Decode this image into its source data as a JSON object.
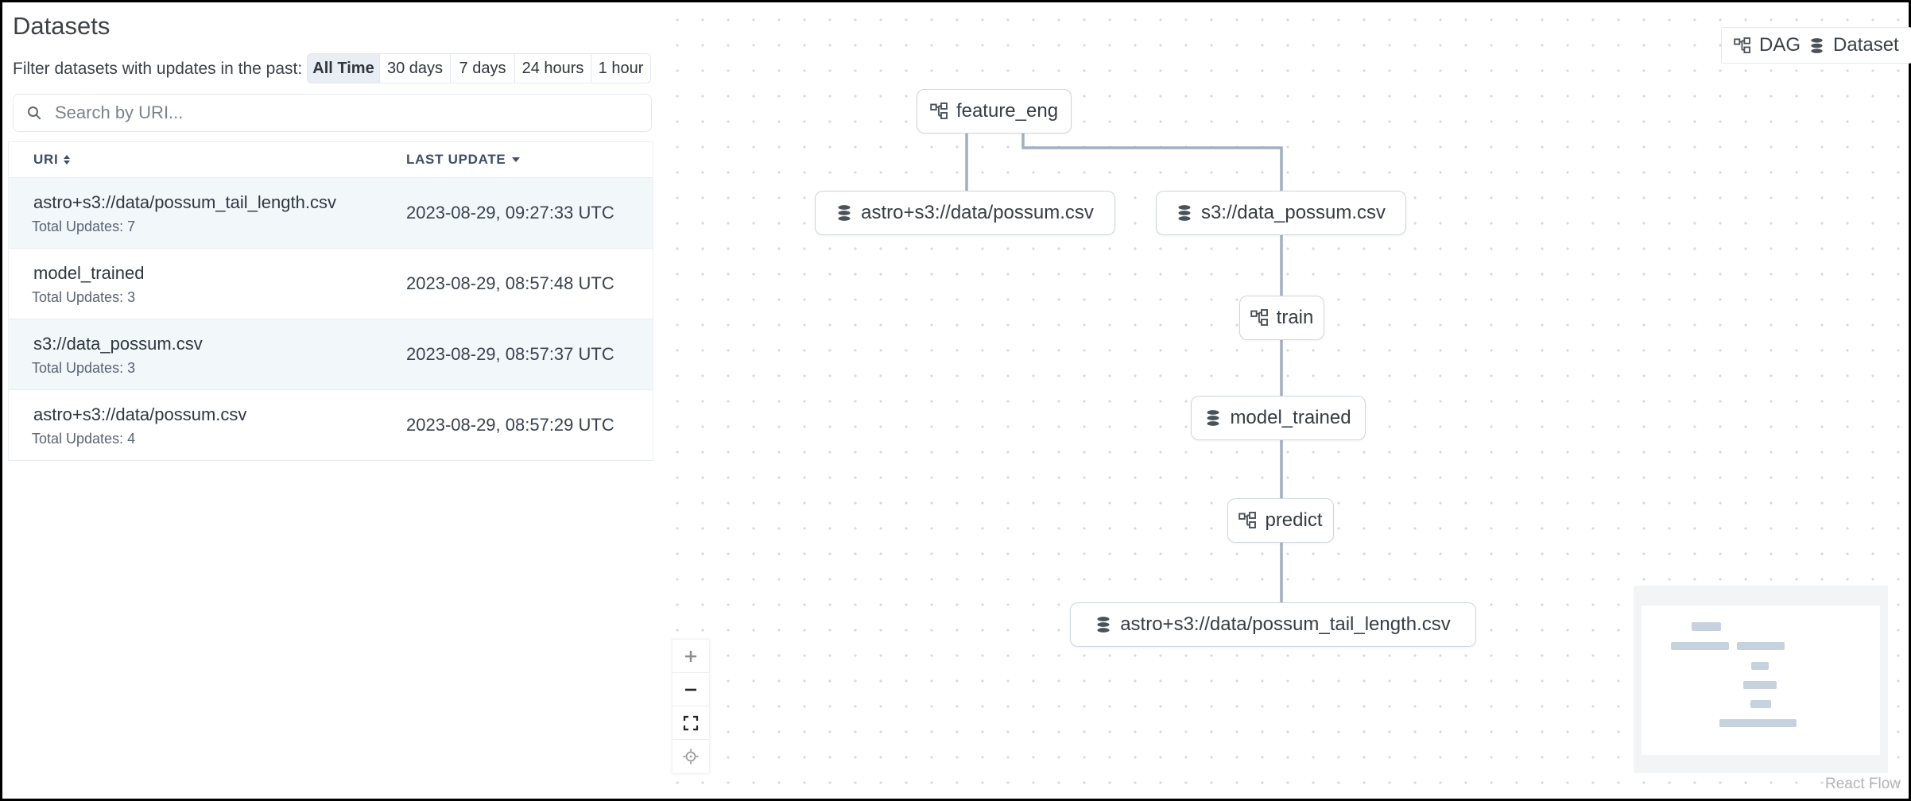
{
  "panel": {
    "title": "Datasets",
    "filter_label": "Filter datasets with updates in the past:",
    "filter_buttons": [
      {
        "label": "All Time",
        "active": true
      },
      {
        "label": "30 days",
        "active": false
      },
      {
        "label": "7 days",
        "active": false
      },
      {
        "label": "24 hours",
        "active": false
      },
      {
        "label": "1 hour",
        "active": false
      }
    ],
    "search": {
      "placeholder": "Search by URI...",
      "value": ""
    },
    "table": {
      "columns": [
        {
          "label": "URI",
          "sort": "both"
        },
        {
          "label": "LAST UPDATE",
          "sort": "desc"
        }
      ],
      "rows": [
        {
          "uri": "astro+s3://data/possum_tail_length.csv",
          "total_updates": "Total Updates: 7",
          "last_update": "2023-08-29, 09:27:33 UTC"
        },
        {
          "uri": "model_trained",
          "total_updates": "Total Updates: 3",
          "last_update": "2023-08-29, 08:57:48 UTC"
        },
        {
          "uri": "s3://data_possum.csv",
          "total_updates": "Total Updates: 3",
          "last_update": "2023-08-29, 08:57:37 UTC"
        },
        {
          "uri": "astro+s3://data/possum.csv",
          "total_updates": "Total Updates: 4",
          "last_update": "2023-08-29, 08:57:29 UTC"
        }
      ]
    }
  },
  "graph": {
    "legend": {
      "dag_label": "DAG",
      "dataset_label": "Dataset"
    },
    "nodes": [
      {
        "label": "feature_eng",
        "type": "dag"
      },
      {
        "label": "astro+s3://data/possum.csv",
        "type": "dataset"
      },
      {
        "label": "s3://data_possum.csv",
        "type": "dataset"
      },
      {
        "label": "train",
        "type": "dag"
      },
      {
        "label": "model_trained",
        "type": "dataset"
      },
      {
        "label": "predict",
        "type": "dag"
      },
      {
        "label": "astro+s3://data/possum_tail_length.csv",
        "type": "dataset"
      }
    ],
    "edge_color": "#9fb0c0",
    "attribution": "React Flow"
  },
  "colors": {
    "stripe_row": "#f2f7fa",
    "active_filter_bg": "#e9eef4",
    "node_border": "#ccd6e2",
    "minimap_bar": "#c7d2df"
  }
}
